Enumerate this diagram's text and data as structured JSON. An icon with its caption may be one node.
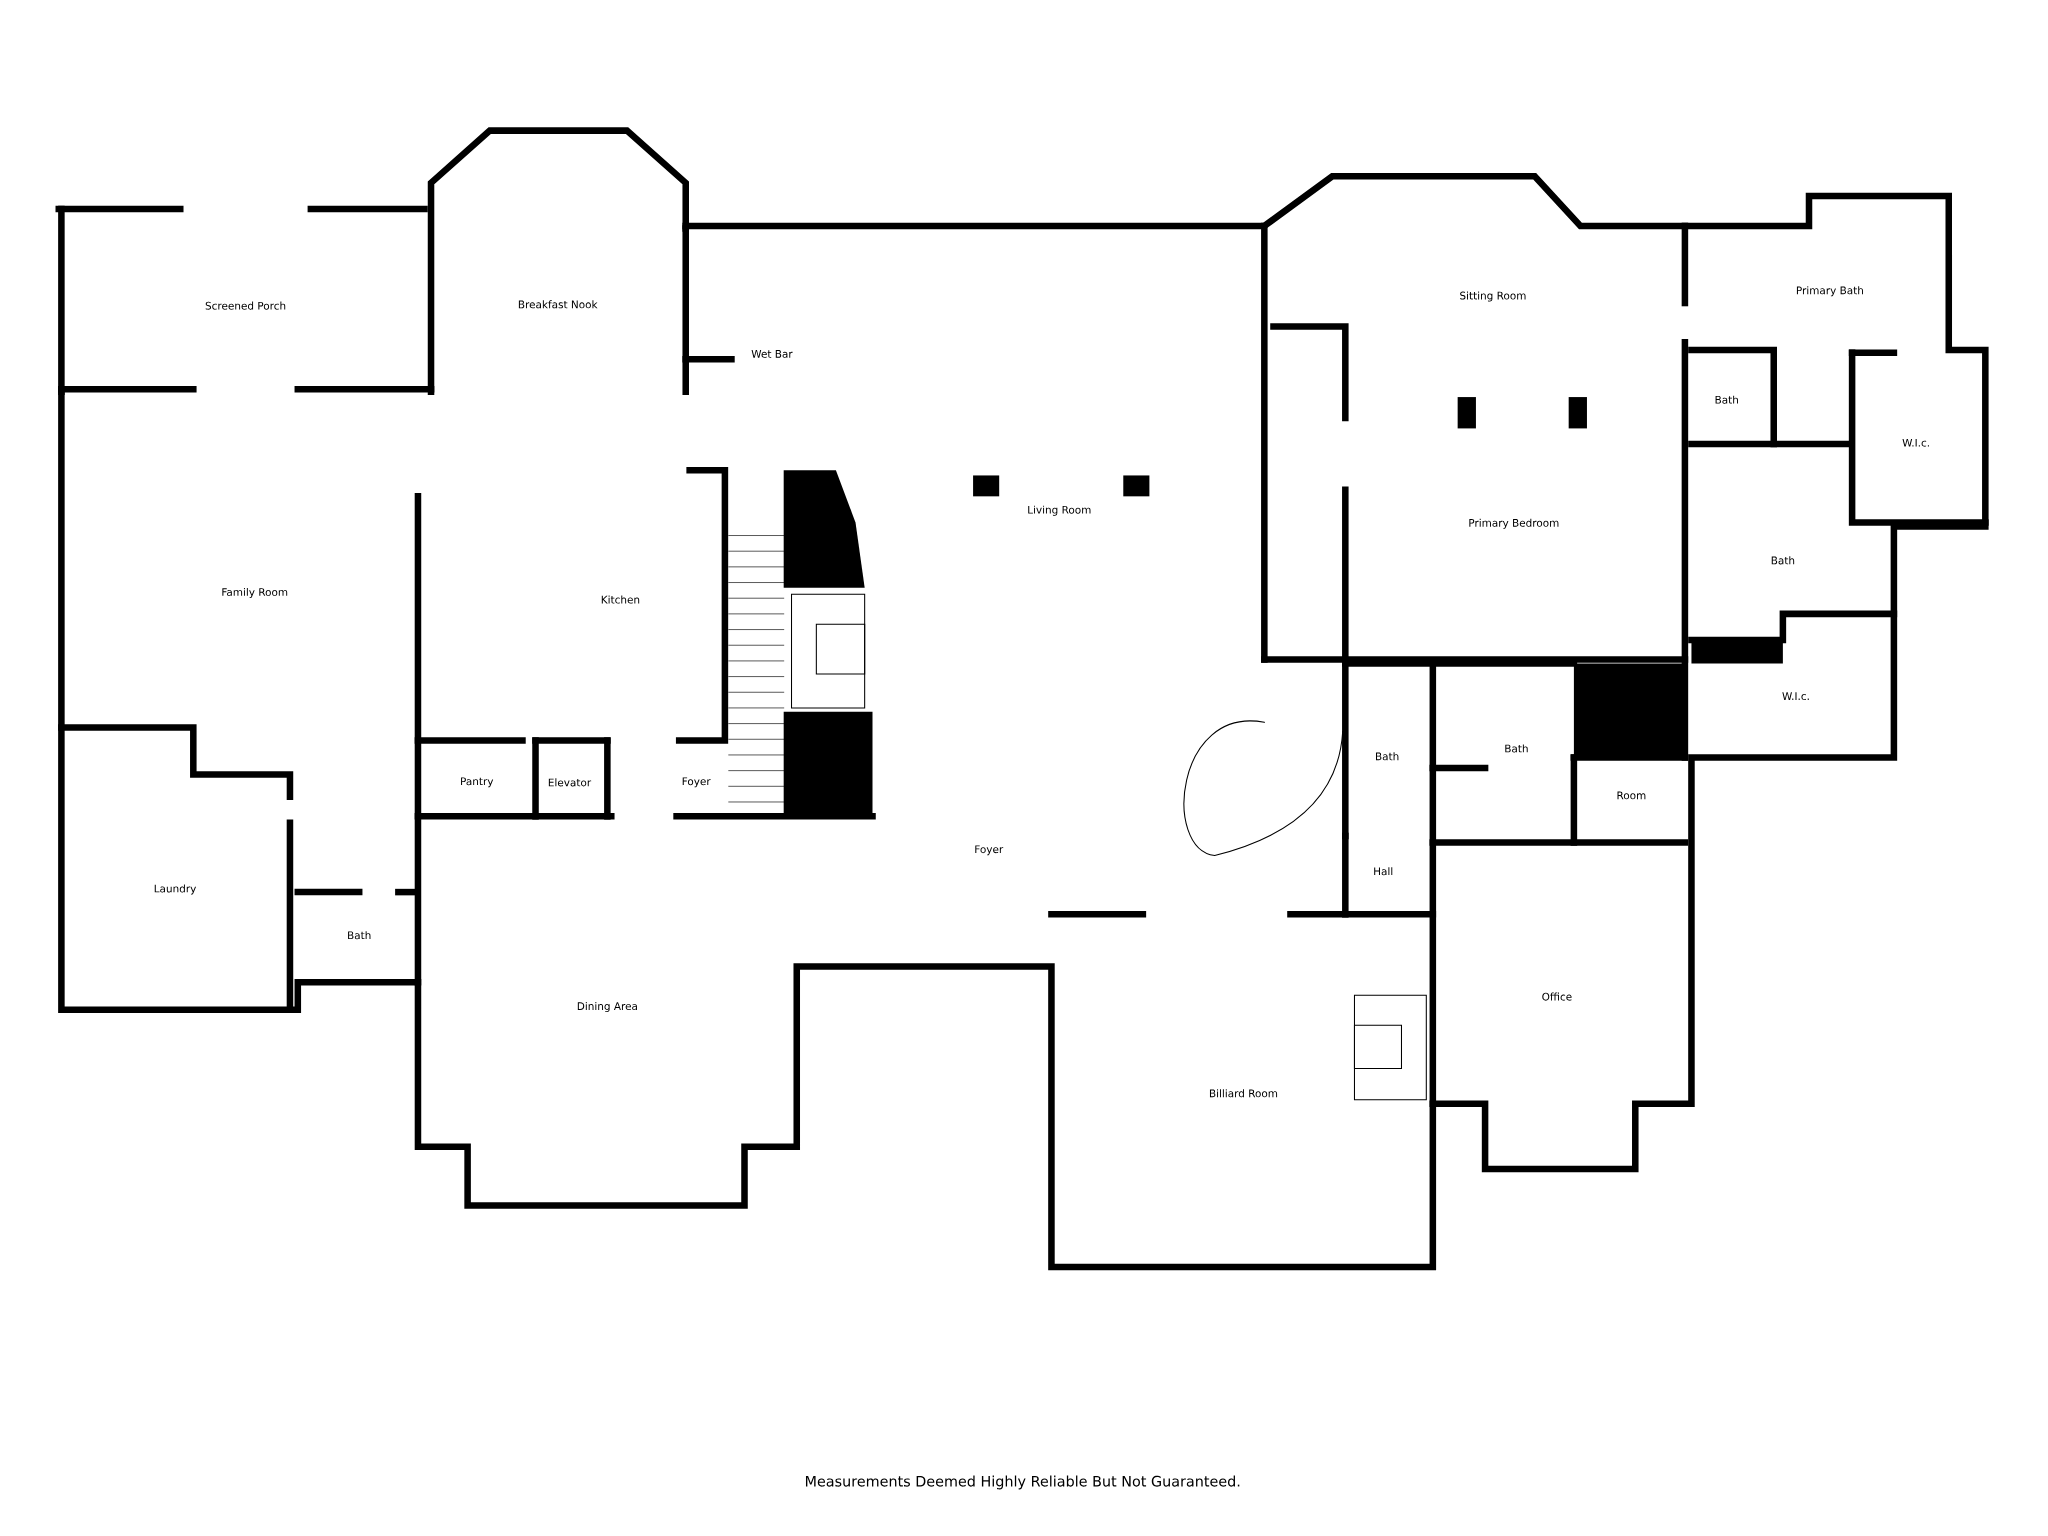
{
  "diagram": {
    "caption": "Measurements Deemed Highly Reliable But Not Guaranteed.",
    "labels": [
      "Screened Porch",
      "Breakfast Nook",
      "Sitting Room",
      "Primary Bath",
      "Wet Bar",
      "Bath",
      "W.I.c.",
      "Living Room",
      "Primary Bedroom",
      "Kitchen",
      "Bath",
      "Family Room",
      "W.I.c.",
      "Bath",
      "Bath",
      "Pantry",
      "Elevator",
      "Foyer",
      "Room",
      "Foyer",
      "Hall",
      "Laundry",
      "Bath",
      "Office",
      "Dining Area",
      "Billiard Room"
    ]
  }
}
